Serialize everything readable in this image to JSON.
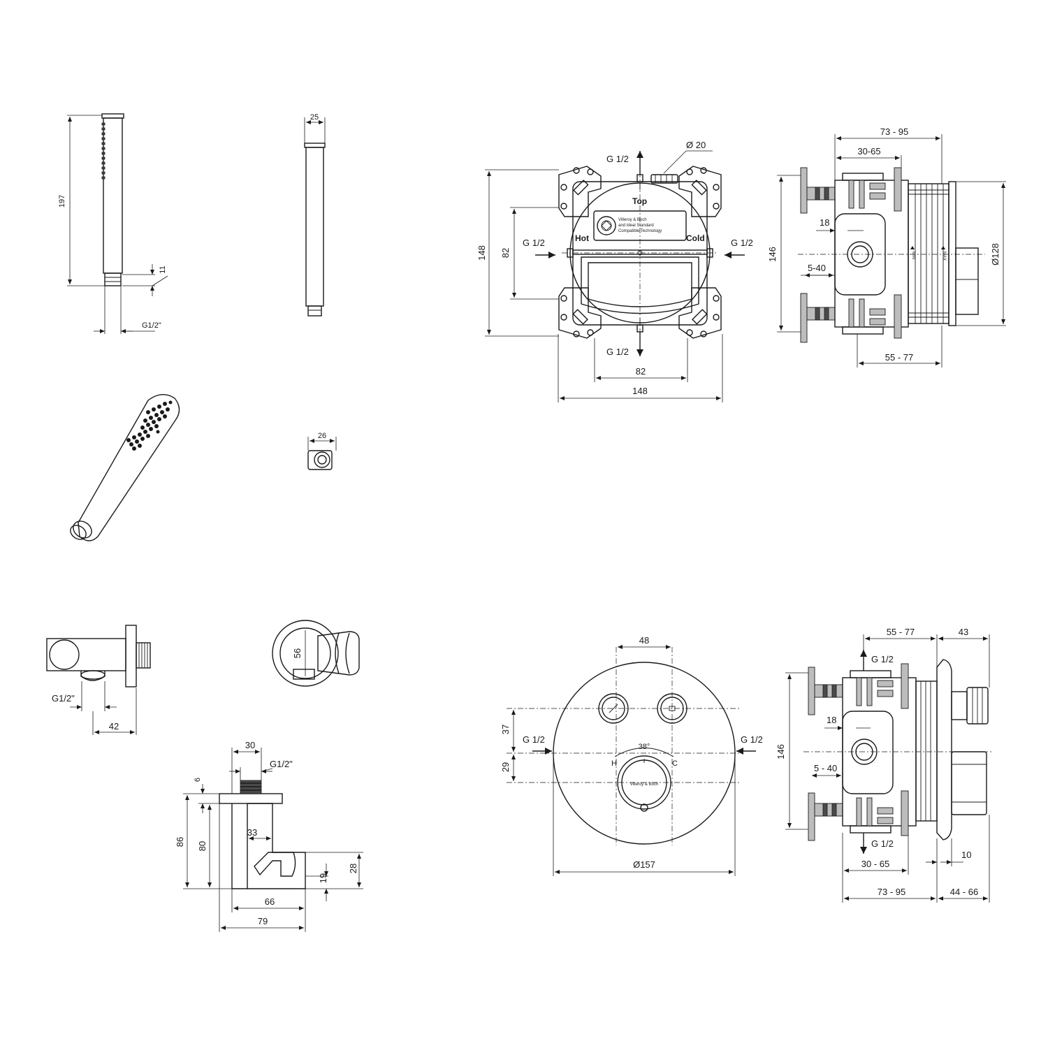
{
  "colors": {
    "line": "#1a1a1a",
    "fill": "#bdbdbd",
    "dark": "#4a4a4a",
    "background": "#ffffff"
  },
  "hand_shower": {
    "length": "197",
    "connector_height": "11",
    "thread": "G1/2\"",
    "width_top": "25",
    "end_width": "26"
  },
  "wall_outlet": {
    "thread_front": "G1/2\"",
    "depth_front": "42",
    "dia_side": "56",
    "top_width": "30",
    "thread_side": "G1/2\"",
    "flange": "6",
    "height_total": "86",
    "height_body": "80",
    "hook_offset": "33",
    "hook_height_outer": "28",
    "hook_height_inner": "19",
    "depth_inner": "66",
    "depth_total": "79"
  },
  "body_front": {
    "inlet_top": "G 1/2",
    "outlet_dia": "Ø 20",
    "inlet_left": "G 1/2",
    "inlet_right": "G 1/2",
    "inlet_bottom": "G 1/2",
    "height_total": "148",
    "height_inner": "82",
    "width_inner": "82",
    "width_total": "148",
    "label_top": "Top",
    "label_hot": "Hot",
    "label_cold": "Cold",
    "badge_line1": "Villeroy & Boch",
    "badge_line2": "and Ideal Standard",
    "badge_line3": "Compatible Technology"
  },
  "body_side": {
    "depth_range": "73 - 95",
    "install_range": "30-65",
    "pipe_dia": "18",
    "offset_range": "5-40",
    "height": "146",
    "dia": "Ø128",
    "min_label": "MIN",
    "max_label": "MAX",
    "depth_lower": "55 - 77"
  },
  "trim_front": {
    "button_spacing": "48",
    "upper_offset": "37",
    "lower_offset": "29",
    "inlet_left": "G 1/2",
    "inlet_right": "G 1/2",
    "temp_label": "38°",
    "hot_label": "H",
    "cold_label": "C",
    "brand": "Villeroy & Boch",
    "diameter": "Ø157"
  },
  "trim_side": {
    "depth_upper": "55 - 77",
    "projection": "43",
    "outlet_top": "G 1/2",
    "height": "146",
    "pipe_dia": "18",
    "offset_range": "5 - 40",
    "outlet_bottom": "G 1/2",
    "rosette": "10",
    "install_range": "30 - 65",
    "depth_range": "73 - 95",
    "projection_range": "44 - 66"
  }
}
